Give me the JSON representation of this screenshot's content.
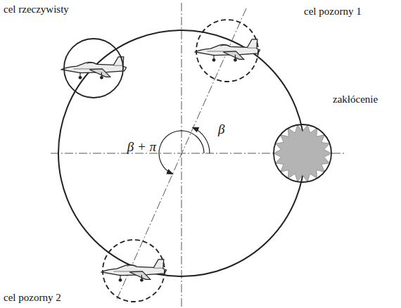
{
  "diagram": {
    "nodes": [
      {
        "text": [
          "cel rzeczywisty"
        ]
      },
      {
        "text": [
          "cel pozorny 1"
        ]
      },
      {
        "text": [
          "zakłócenie"
        ]
      },
      {
        "text": [
          "cel pozorny 2"
        ]
      }
    ],
    "labels": [
      "β",
      "β + π"
    ]
  }
}
